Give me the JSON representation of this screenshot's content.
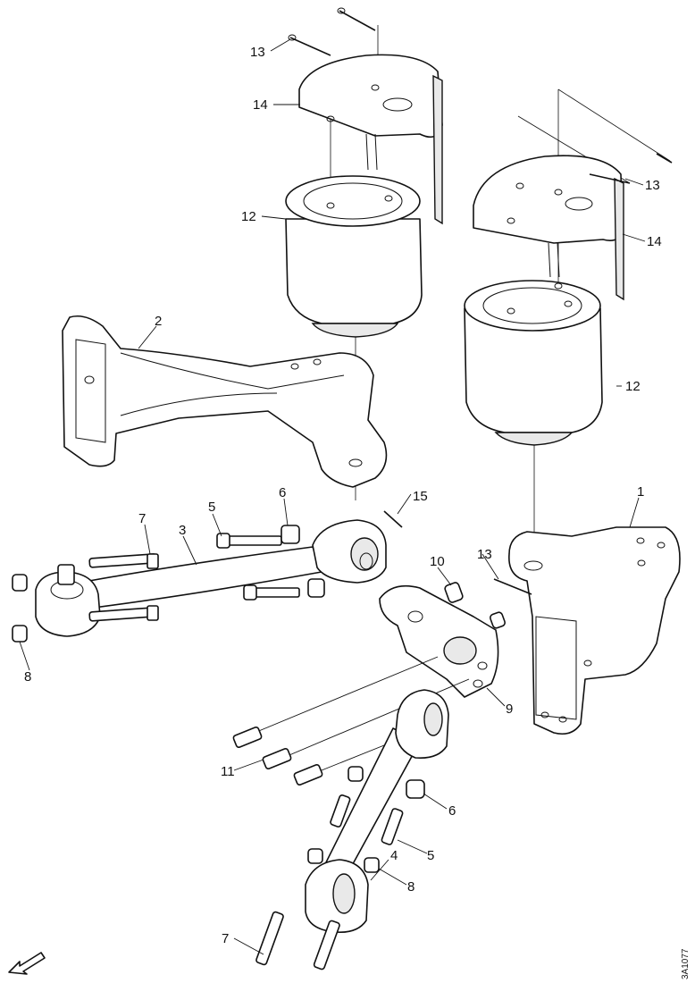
{
  "diagram": {
    "part_numbers": {
      "p1": "1",
      "p2": "2",
      "p3": "3",
      "p4": "4",
      "p5a": "5",
      "p5b": "5",
      "p6a": "6",
      "p6b": "6",
      "p7a": "7",
      "p7b": "7",
      "p8a": "8",
      "p8b": "8",
      "p9": "9",
      "p10": "10",
      "p11": "11",
      "p12a": "12",
      "p12b": "12",
      "p13a": "13",
      "p13b": "13",
      "p13c": "13",
      "p14a": "14",
      "p14b": "14",
      "p15": "15"
    },
    "drawing_code": "3A1077",
    "front_icon": "arrow-icon"
  }
}
